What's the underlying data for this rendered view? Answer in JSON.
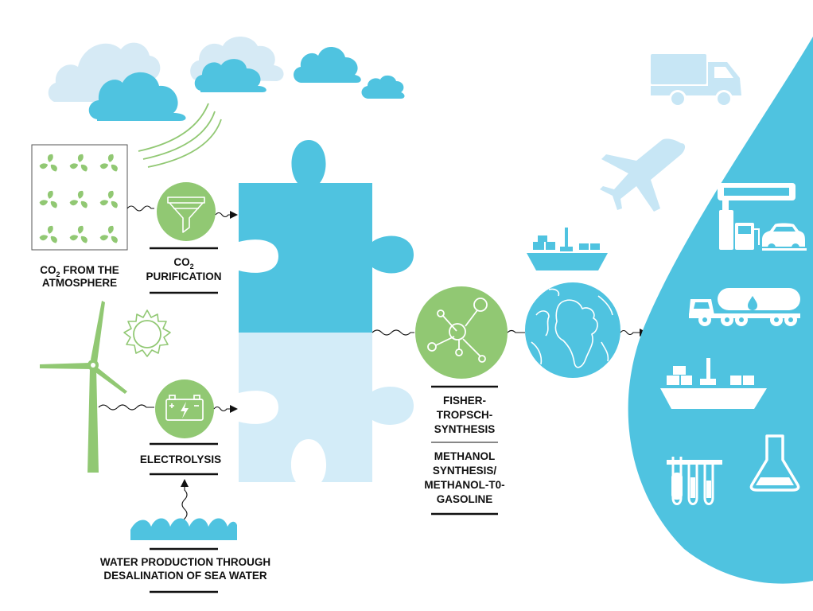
{
  "labels": {
    "co2_atmosphere": {
      "pre": "CO",
      "sub": "2",
      "post": " FROM THE",
      "line2": "ATMOSPHERE"
    },
    "co2_purification": {
      "pre": "CO",
      "sub": "2",
      "line2": "PURIFICATION"
    },
    "electrolysis": "ELECTROLYSIS",
    "water_production": {
      "line1": "WATER PRODUCTION THROUGH",
      "line2": "DESALINATION OF SEA WATER"
    },
    "fischer_tropsch": {
      "line1": "FISHER-",
      "line2": "TROPSCH-",
      "line3": "SYNTHESIS"
    },
    "methanol": {
      "line1": "METHANOL",
      "line2": "SYNTHESIS/",
      "line3": "METHANOL-T0-",
      "line4": "GASOLINE"
    }
  },
  "icons": [
    "cloud-icon",
    "fan-icon",
    "filter-funnel-icon",
    "wind-turbine-icon",
    "sun-icon",
    "battery-icon",
    "sea-waves-icon",
    "puzzle-piece-icon",
    "molecule-icon",
    "globe-icon",
    "ship-icon",
    "truck-icon",
    "airplane-icon",
    "fuel-station-icon",
    "car-icon",
    "tanker-truck-icon",
    "cargo-ship-icon",
    "test-tubes-icon",
    "flask-icon"
  ],
  "colors": {
    "green": "#91c873",
    "blue": "#4fc3e0",
    "light_blue": "#d3ecf8",
    "pale_blue": "#c7e6f5",
    "cloud_light": "#d6eaf5",
    "text": "#111111"
  }
}
